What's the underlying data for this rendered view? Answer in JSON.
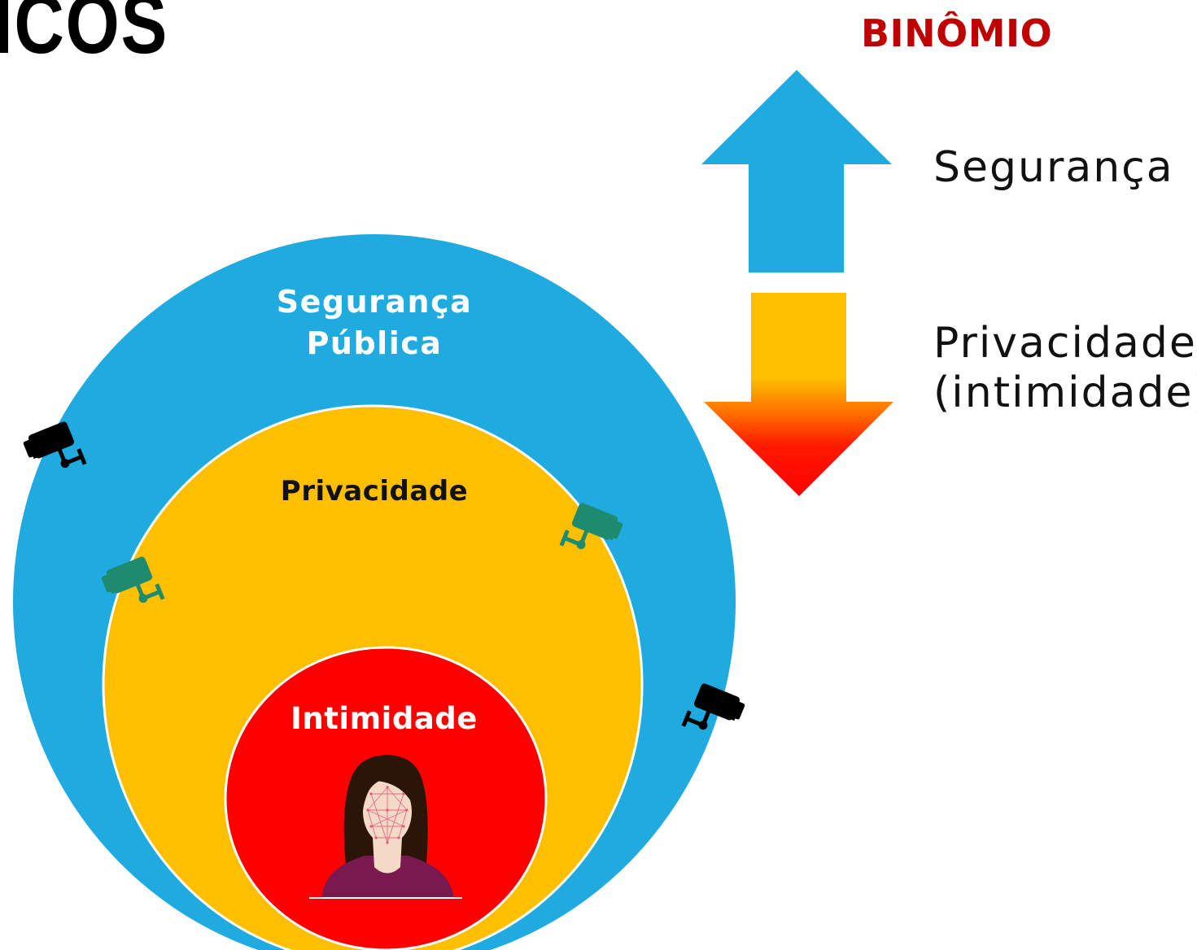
{
  "header": {
    "title_fragment": "ICOS",
    "binomio": "BINÔMIO"
  },
  "legend": {
    "up_label": "Segurança",
    "down_label_line1": "Privacidade",
    "down_label_line2": "(intimidade)"
  },
  "circles": {
    "outer_line1": "Segurança",
    "outer_line2": "Pública",
    "middle": "Privacidade",
    "inner": "Intimidade"
  },
  "colors": {
    "blue": "#1fabe0",
    "yellow": "#fdbf00",
    "red": "#ff0000",
    "dark_red_text": "#c00000",
    "camera_black": "#000000",
    "camera_green": "#1f8b6e"
  }
}
